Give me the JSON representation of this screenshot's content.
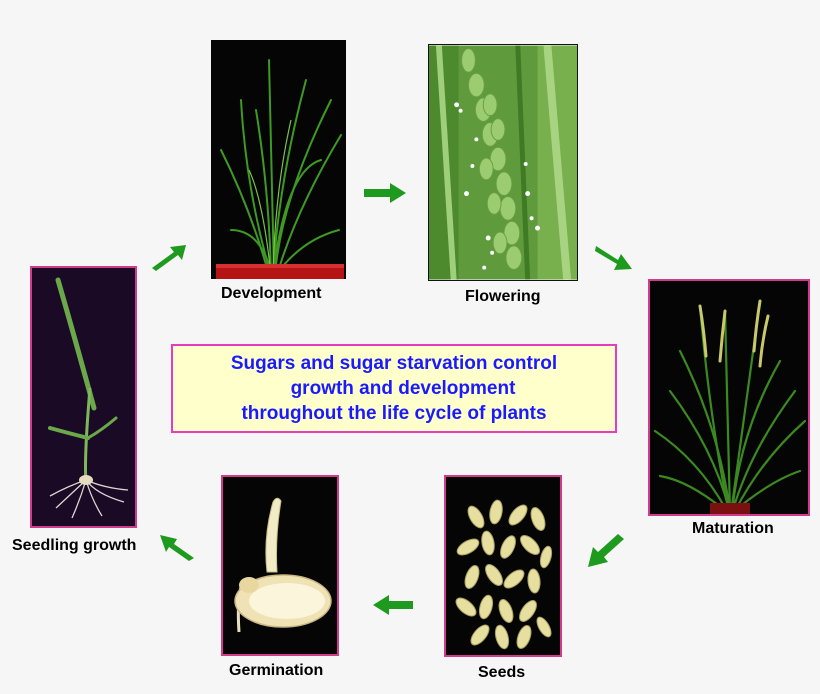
{
  "stages": {
    "development": {
      "label": "Development",
      "icon": "rice-seedling-in-pot-photo"
    },
    "flowering": {
      "label": "Flowering",
      "icon": "rice-panicle-flowers-photo"
    },
    "maturation": {
      "label": "Maturation",
      "icon": "mature-rice-plant-photo"
    },
    "seeds": {
      "label": "Seeds",
      "icon": "rice-grains-photo"
    },
    "germination": {
      "label": "Germination",
      "icon": "germinating-seed-photo"
    },
    "seedling_growth": {
      "label": "Seedling growth",
      "icon": "young-seedling-photo"
    }
  },
  "center_text": {
    "line1": "Sugars and sugar starvation control",
    "line2": "growth and development",
    "line3": "throughout the life cycle of plants"
  },
  "colors": {
    "arrow": "#1e9a1e",
    "frame": "#d23a8c",
    "center_border": "#e63cc0",
    "center_fill": "#ffffcc",
    "center_text": "#1a1aff"
  }
}
